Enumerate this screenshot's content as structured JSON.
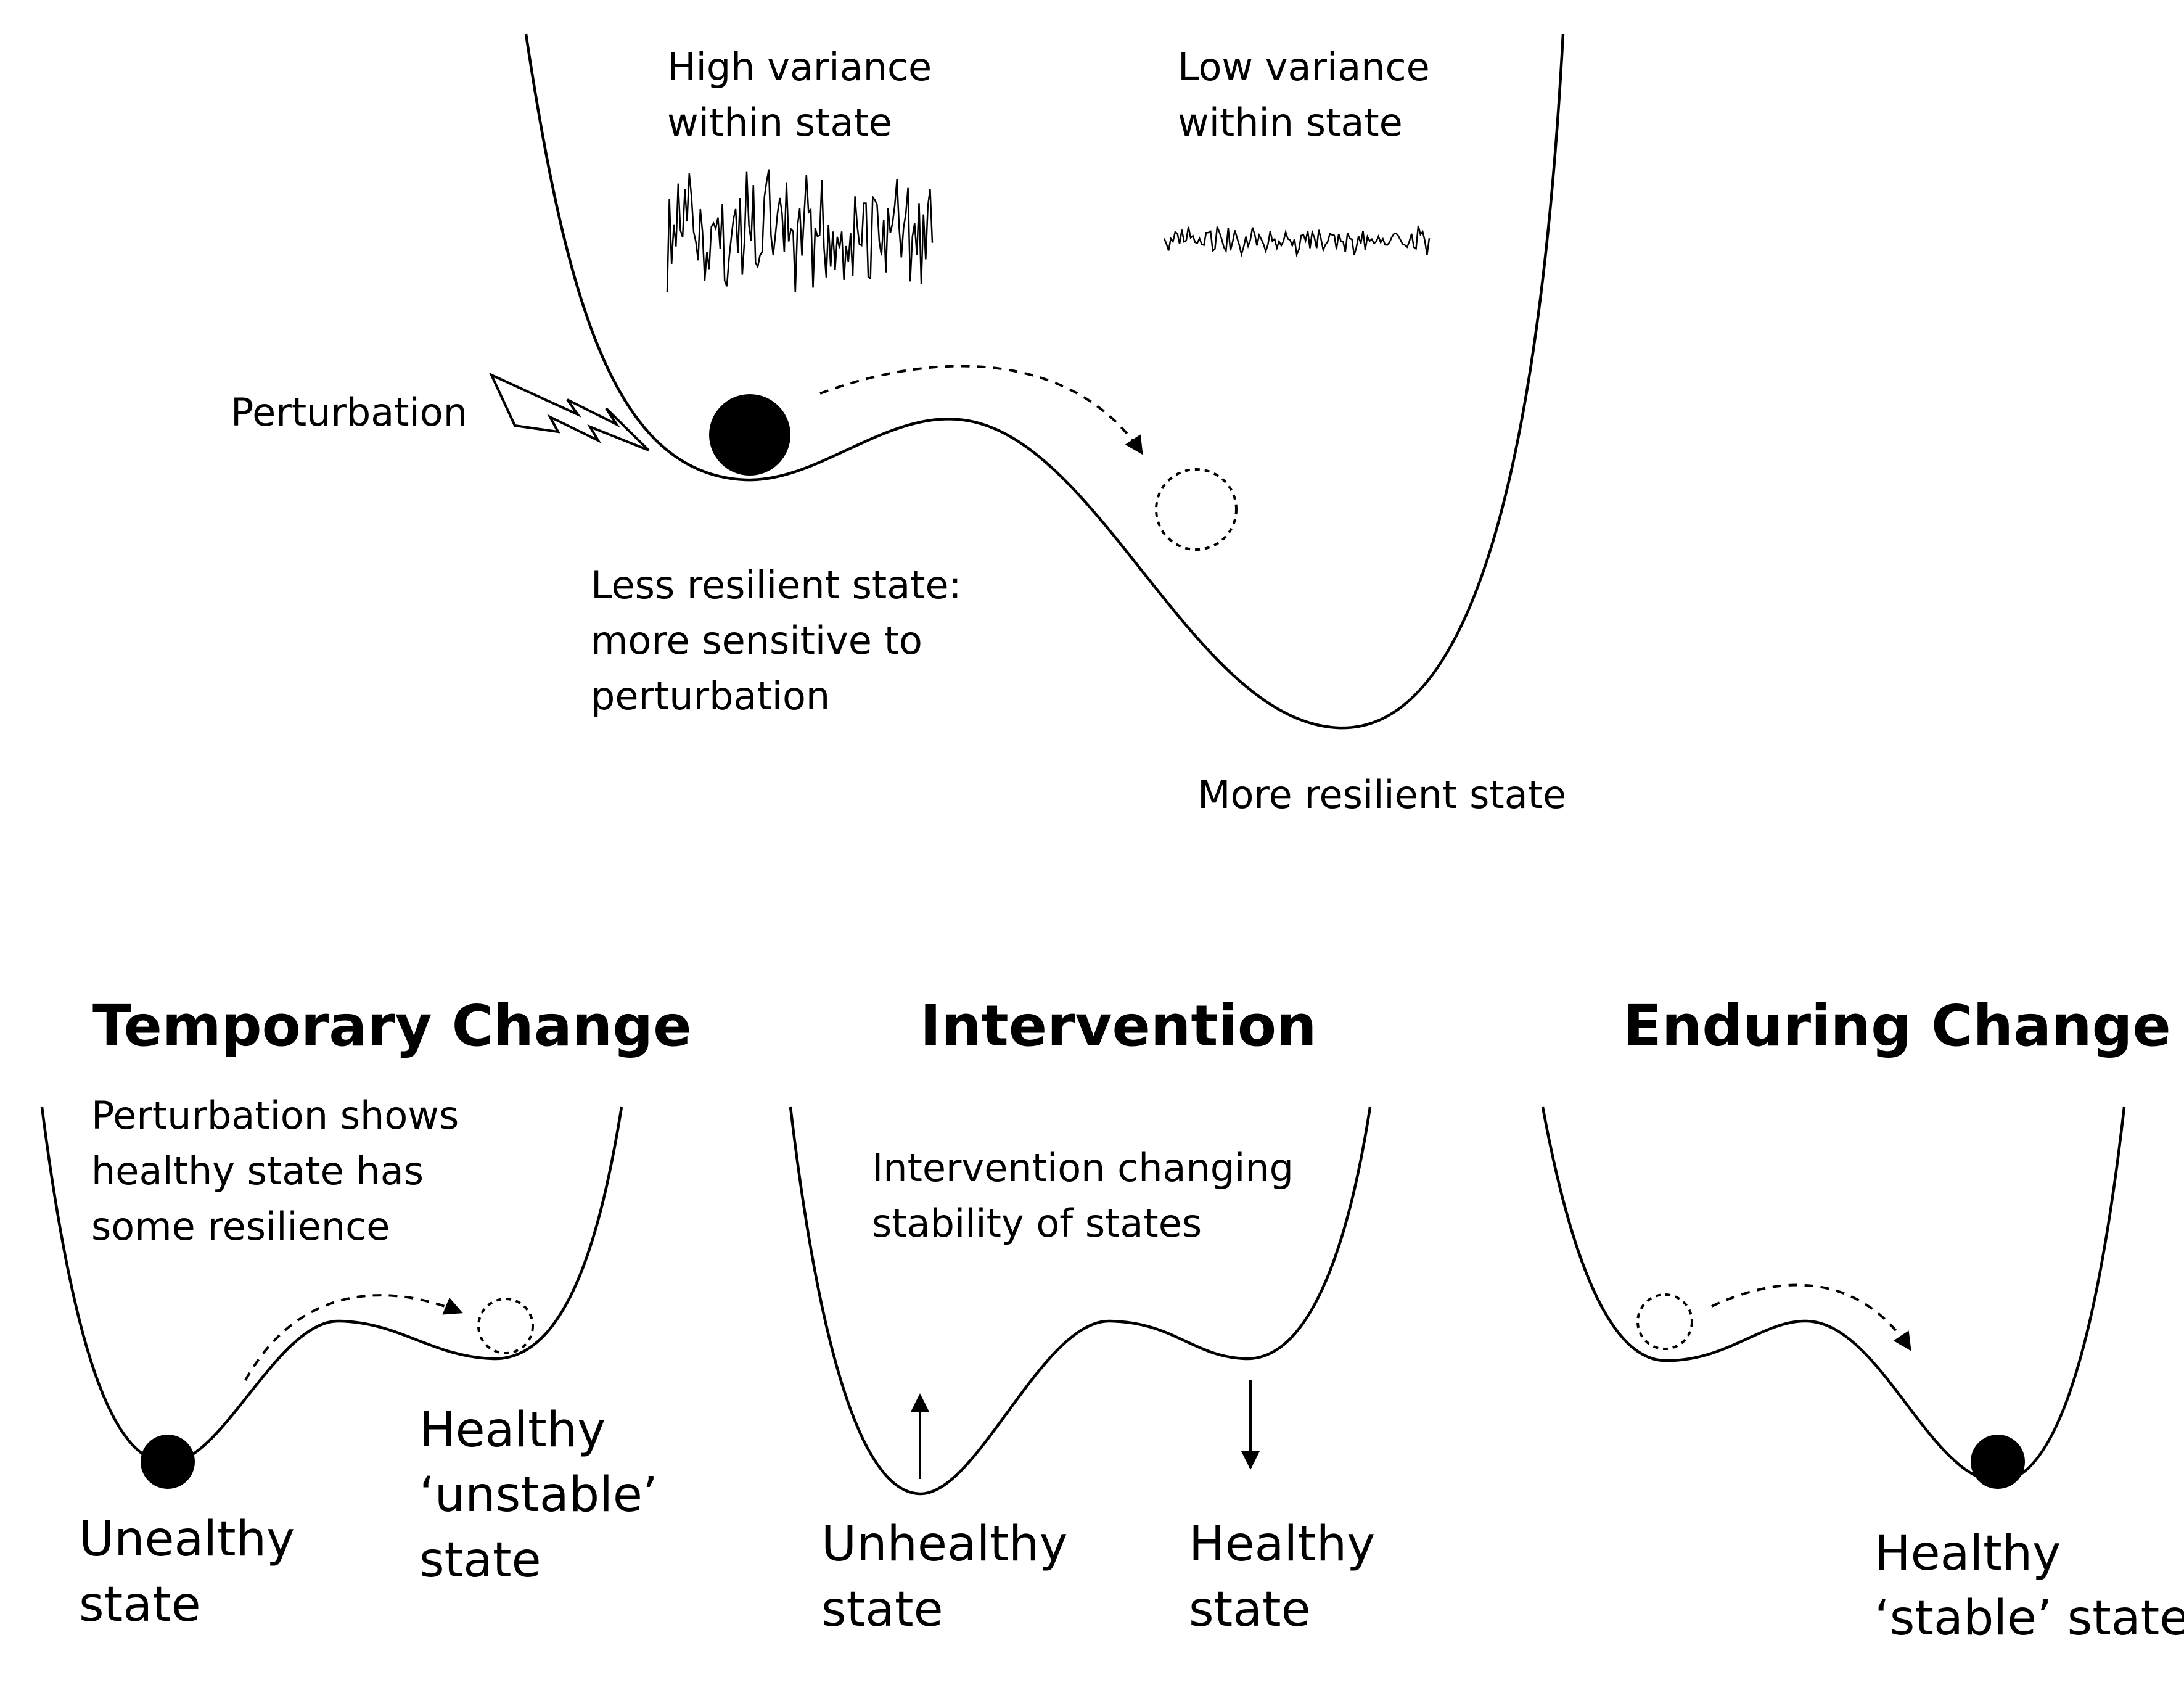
{
  "top_panel": {
    "high_variance": {
      "line1": "High variance",
      "line2": "within state"
    },
    "low_variance": {
      "line1": "Low variance",
      "line2": "within state"
    },
    "perturbation": "Perturbation",
    "less_resilient": {
      "line1": "Less resilient state:",
      "line2": "more sensitive to",
      "line3": "perturbation"
    },
    "more_resilient": "More resilient state"
  },
  "panels": {
    "temporary": {
      "title": "Temporary Change",
      "note": {
        "line1": "Perturbation shows",
        "line2": "healthy state has",
        "line3": "some resilience"
      },
      "left_label": {
        "line1": "Unealthy",
        "line2": "state"
      },
      "right_label": {
        "line1": "Healthy",
        "line2": "‘unstable’",
        "line3": "state"
      }
    },
    "intervention": {
      "title": "Intervention",
      "note": {
        "line1": "Intervention changing",
        "line2": "stability of states"
      },
      "left_label": {
        "line1": "Unhealthy",
        "line2": "state"
      },
      "right_label": {
        "line1": "Healthy",
        "line2": "state"
      }
    },
    "enduring": {
      "title": "Enduring Change",
      "label": {
        "line1": "Healthy",
        "line2": "‘stable’ state"
      }
    }
  },
  "colors": {
    "ink": "#000000",
    "background": "#ffffff"
  }
}
